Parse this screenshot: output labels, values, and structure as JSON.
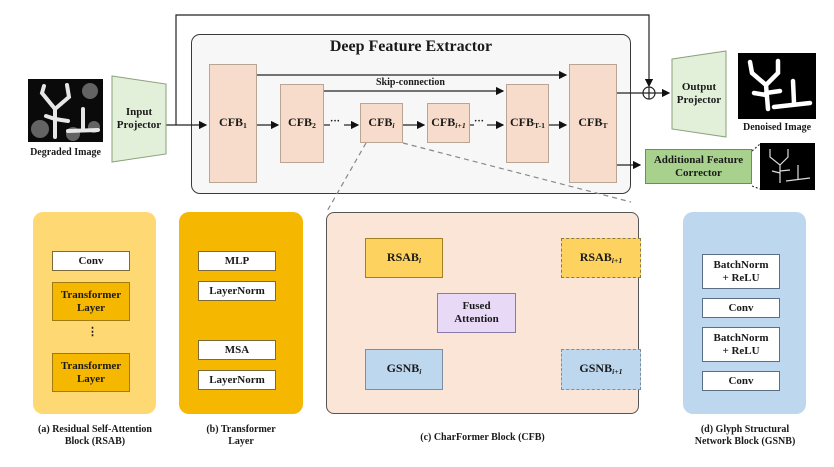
{
  "main": {
    "degraded_label": "Degraded Image",
    "input_projector": "Input Projector",
    "dfe_title": "Deep Feature Extractor",
    "skip_label": "Skip-connection",
    "cfb_blocks": [
      {
        "base": "CFB",
        "sub": "1"
      },
      {
        "base": "CFB",
        "sub": "2"
      },
      {
        "base": "CFB",
        "sub": "i"
      },
      {
        "base": "CFB",
        "sub": "i+1"
      },
      {
        "base": "CFB",
        "sub": "T-1"
      },
      {
        "base": "CFB",
        "sub": "T"
      }
    ],
    "ellipsis": "···",
    "output_projector": "Output Projector",
    "denoised_label": "Denoised Image",
    "afc_label": "Additional Feature Corrector"
  },
  "rsab": {
    "conv": "Conv",
    "transformer_layer": "Transformer Layer",
    "vdots": "⋮",
    "caption": "(a) Residual Self-Attention Block (RSAB)"
  },
  "transformer": {
    "mlp": "MLP",
    "layernorm": "LayerNorm",
    "msa": "MSA",
    "caption": "(b) Transformer Layer"
  },
  "cfb_detail": {
    "rsab_i": {
      "base": "RSAB",
      "sub": "i"
    },
    "rsab_next": {
      "base": "RSAB",
      "sub": "i+1"
    },
    "gsnb_i": {
      "base": "GSNB",
      "sub": "i"
    },
    "gsnb_next": {
      "base": "GSNB",
      "sub": "i+1"
    },
    "fused_attention": "Fused Attention",
    "caption": "(c) CharFormer Block (CFB)"
  },
  "gsnb": {
    "bn_relu": "BatchNorm + ReLU",
    "conv": "Conv",
    "caption": "(d) Glyph Structural Network Block (GSNB)"
  },
  "colors": {
    "cfb_fill": "#f8dccb",
    "projector_fill": "#e2efd9",
    "afc_fill": "#a9d18e",
    "rsab_bg": "#fdd873",
    "transformer_bg": "#f6b700",
    "cfb_detail_bg": "#fbe5d6",
    "fused_fill": "#e8d9f7",
    "gsnb_bg": "#bdd7ee",
    "gsnb_fill": "#bdd7ee"
  }
}
